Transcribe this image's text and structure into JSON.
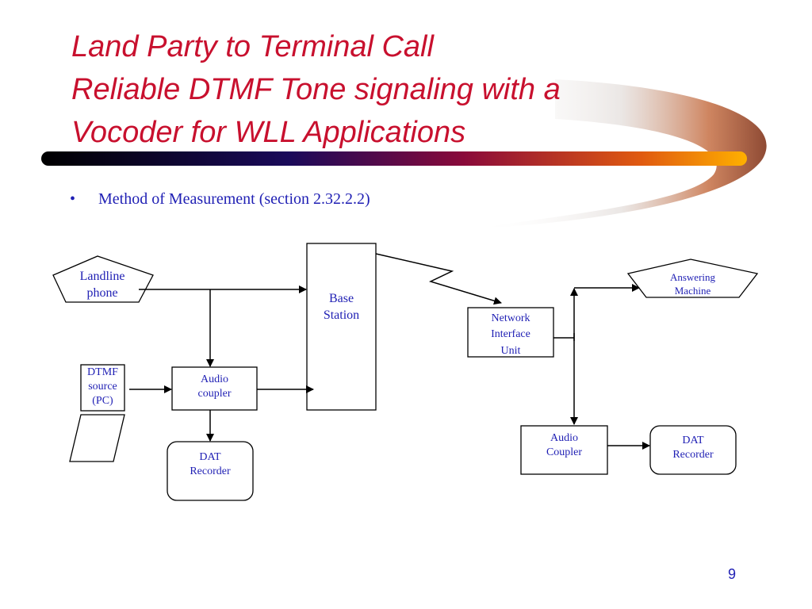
{
  "slide": {
    "title_lines": [
      "Land Party to Terminal Call",
      "Reliable DTMF Tone signaling with a",
      "Vocoder for WLL Applications"
    ],
    "bullet": "Method of Measurement (section 2.32.2.2)",
    "page_number": "9"
  },
  "diagram": {
    "landline_phone": [
      "Landline",
      "phone"
    ],
    "dtmf_source": [
      "DTMF",
      "source",
      "(PC)"
    ],
    "audio_coupler_left": [
      "Audio",
      "coupler"
    ],
    "dat_recorder_left": [
      "DAT",
      "Recorder"
    ],
    "base_station": [
      "Base",
      "Station"
    ],
    "network_interface_unit": [
      "Network",
      "Interface",
      "Unit"
    ],
    "answering_machine": [
      "Answering",
      "Machine"
    ],
    "audio_coupler_right": [
      "Audio",
      "Coupler"
    ],
    "dat_recorder_right": [
      "DAT",
      "Recorder"
    ]
  },
  "colors": {
    "title": "#c8102e",
    "text": "#1f1fb4",
    "bar_start": "#000000",
    "bar_mid": "#1a0a5a",
    "bar_end": "#ffb000"
  }
}
